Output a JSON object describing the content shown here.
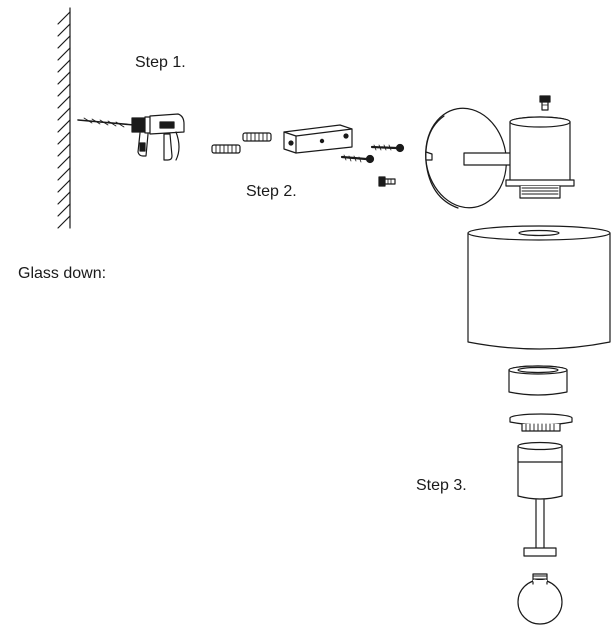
{
  "labels": {
    "step1": "Step 1.",
    "step2": "Step 2.",
    "step3": "Step 3.",
    "glass_orientation": "Glass down:"
  },
  "parts": [
    "wall-hatch",
    "drill-icon",
    "wall-plug-icon",
    "mounting-bracket",
    "screw-icon",
    "wall-plate-with-arm",
    "lamp-cup",
    "glass-shade",
    "retaining-ring",
    "threaded-nut",
    "lamp-socket",
    "bulb-icon"
  ],
  "colors": {
    "line": "#1a1a1a",
    "fill": "#ffffff"
  }
}
